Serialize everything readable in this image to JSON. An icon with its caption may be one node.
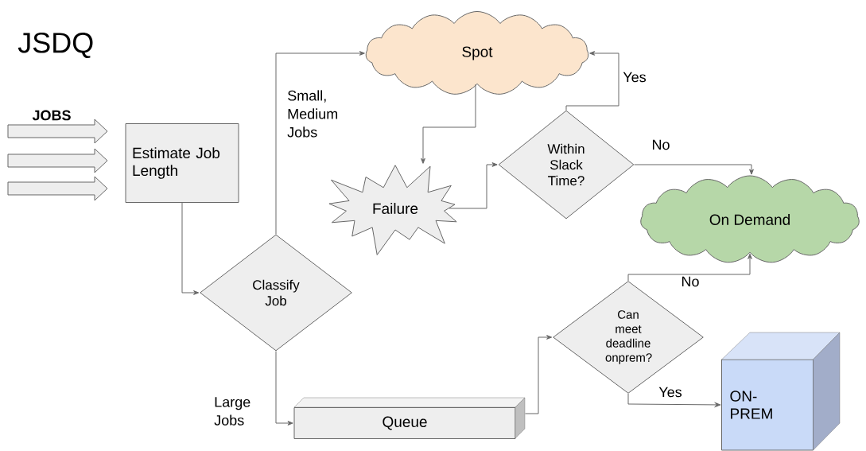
{
  "diagram": {
    "title": "JSDQ",
    "nodes": [
      {
        "text": [
          "Estimate Job Length"
        ]
      },
      {
        "text": [
          "Classify Job"
        ]
      },
      {
        "text": [
          "Spot"
        ]
      },
      {
        "text": [
          "Failure"
        ]
      },
      {
        "text": [
          "Within Slack Time?"
        ]
      },
      {
        "text": [
          "On Demand"
        ]
      },
      {
        "text": [
          "Queue"
        ]
      },
      {
        "text": [
          "Can meet deadline onprem?"
        ]
      },
      {
        "text": [
          "ON- PREM"
        ]
      }
    ],
    "edges": [
      {
        "from": null,
        "to": 0,
        "arrow": "to"
      },
      {
        "from": null,
        "to": 0,
        "arrow": "to"
      },
      {
        "from": null,
        "to": 0,
        "arrow": "to"
      },
      {
        "from": 0,
        "to": 1,
        "arrow": "to"
      },
      {
        "from": 1,
        "to": 2,
        "arrow": "to",
        "label": "Small, Medium Jobs"
      },
      {
        "from": 1,
        "to": 6,
        "arrow": "to",
        "label": "Large Jobs"
      },
      {
        "from": 2,
        "to": 3,
        "arrow": "to"
      },
      {
        "from": 3,
        "to": 4,
        "arrow": "to"
      },
      {
        "from": 4,
        "to": 2,
        "arrow": "to",
        "label": "Yes"
      },
      {
        "from": 4,
        "to": 5,
        "arrow": "to",
        "label": "No"
      },
      {
        "from": 6,
        "to": 7,
        "arrow": "to"
      },
      {
        "from": 7,
        "to": 5,
        "arrow": "to",
        "label": "No"
      },
      {
        "from": 7,
        "to": 8,
        "arrow": "to",
        "label": "Yes"
      }
    ],
    "labels": [
      "JOBS"
    ]
  }
}
